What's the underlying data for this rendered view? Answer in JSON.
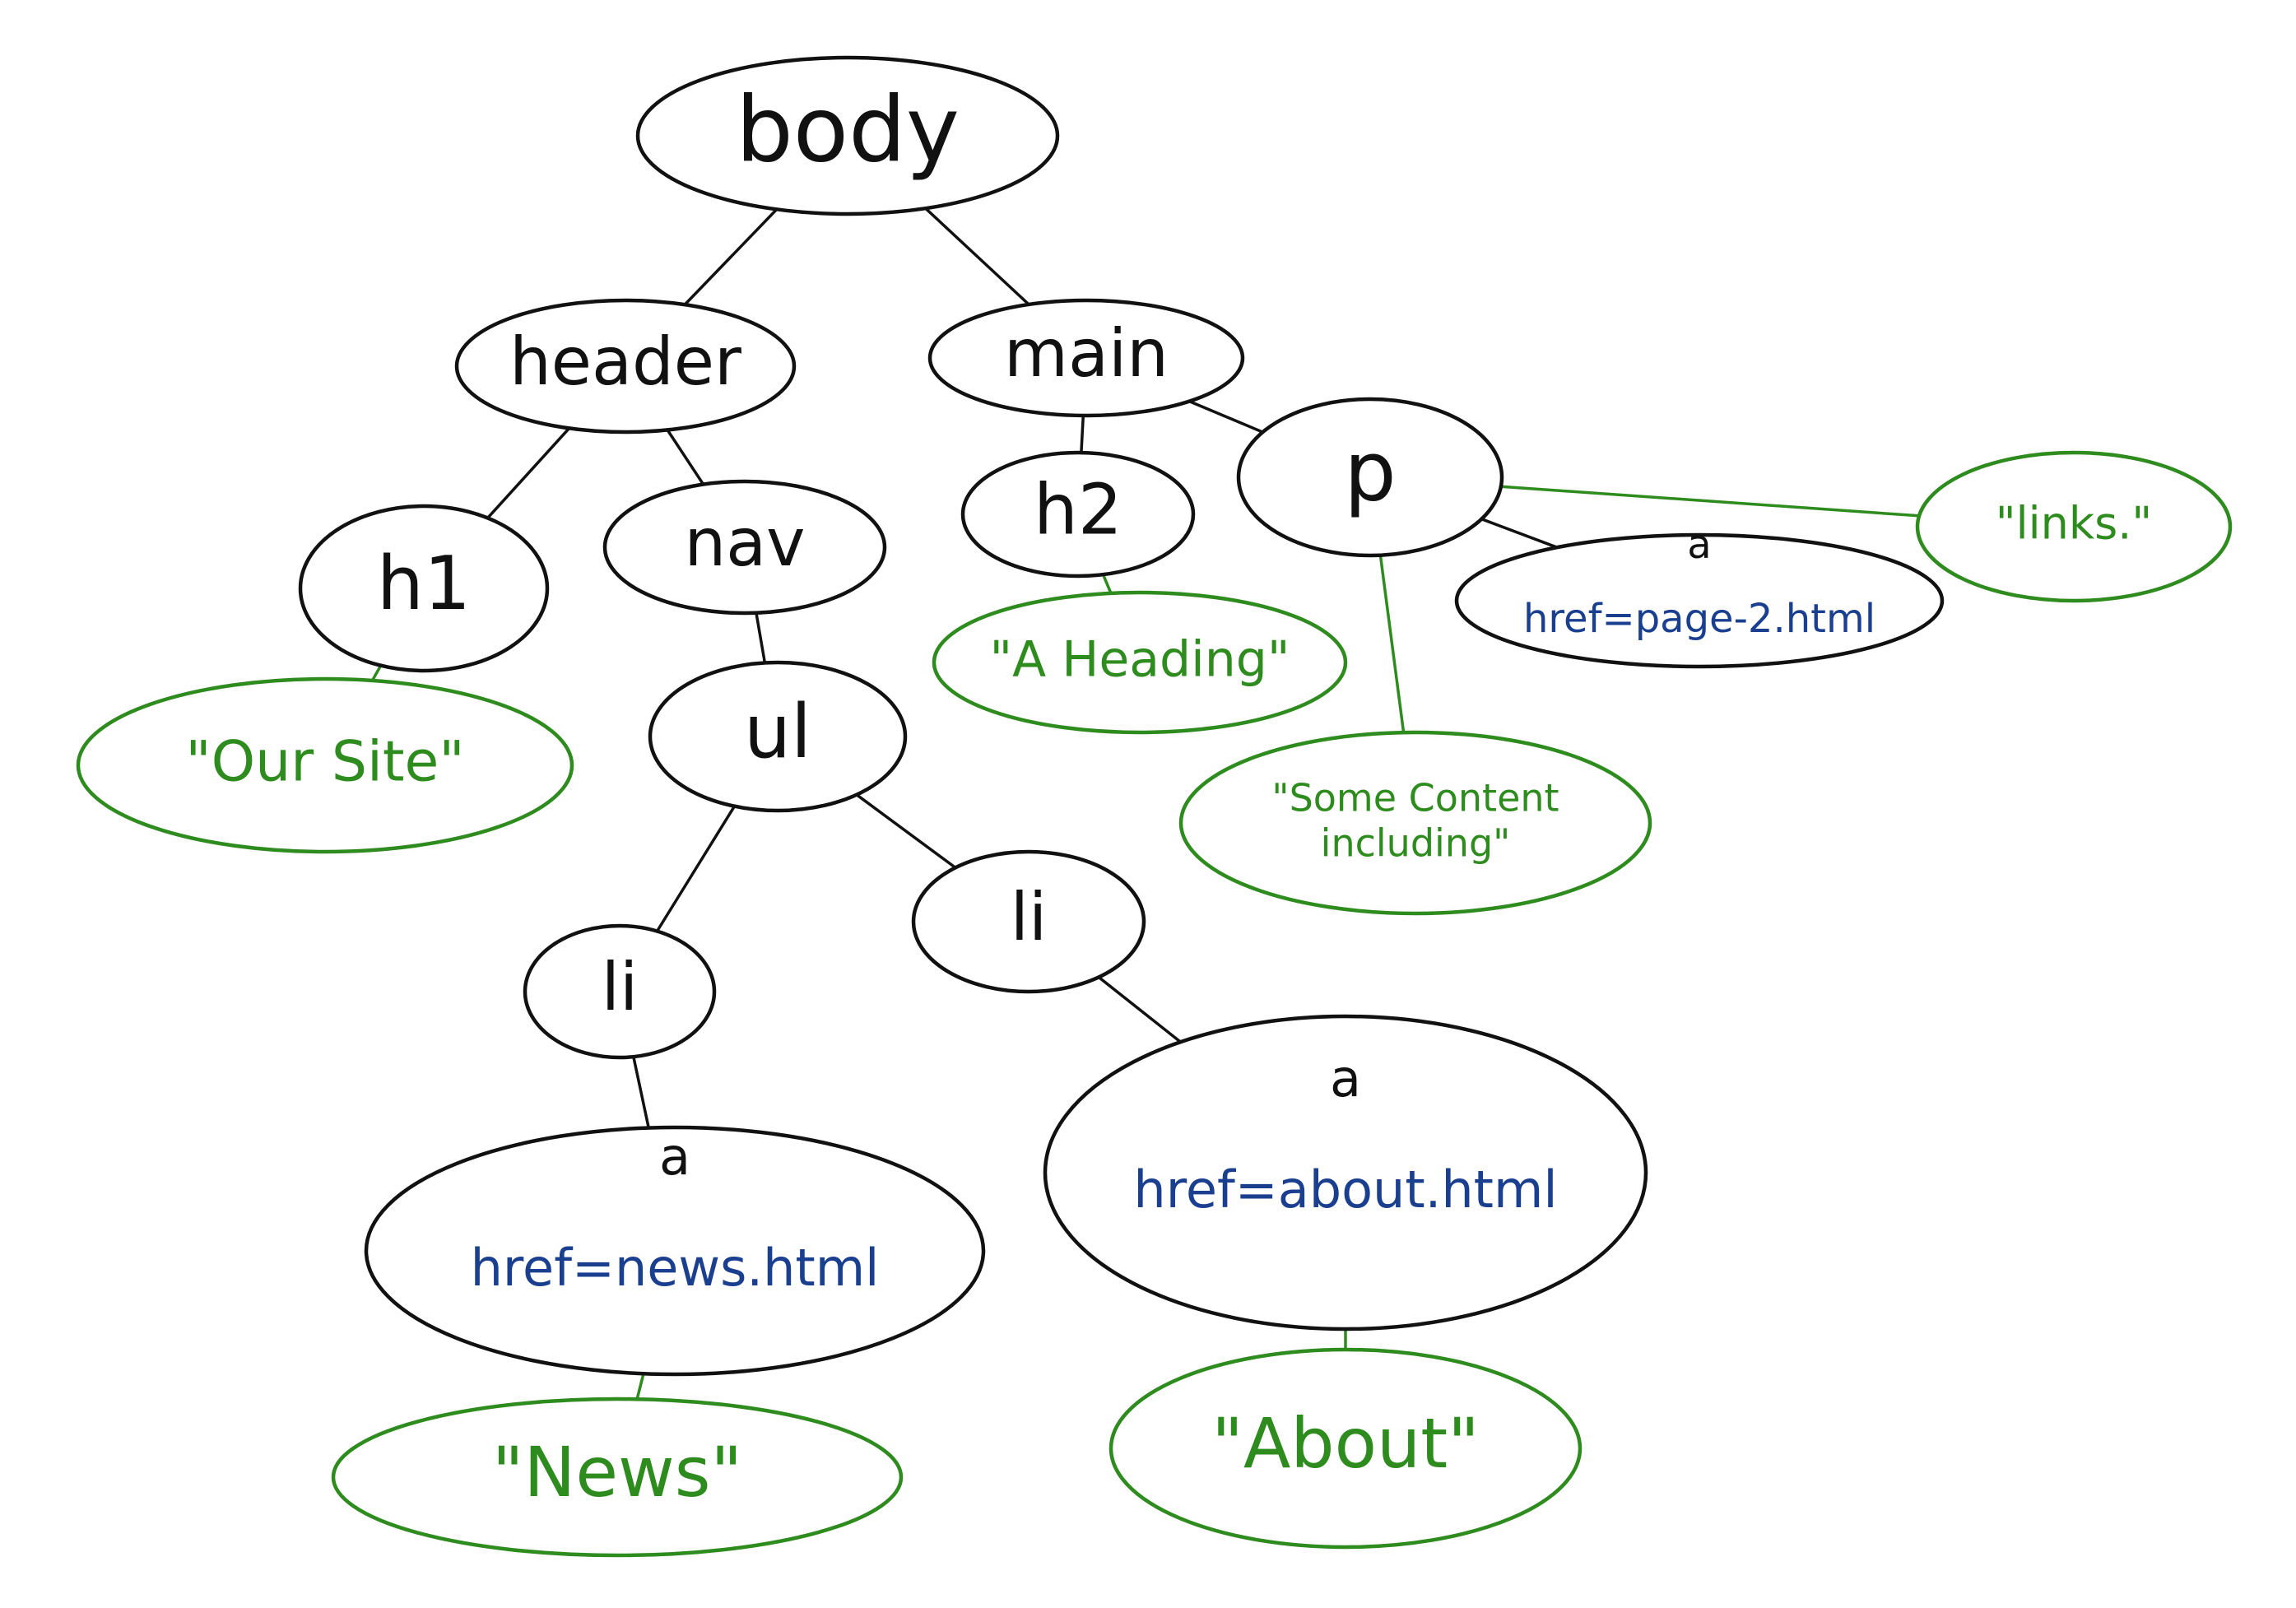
{
  "colors": {
    "element": "#111111",
    "text_node": "#2e8b1e",
    "attribute": "#1b3f8f",
    "background": "#ffffff"
  },
  "nodes": [
    {
      "id": "body",
      "kind": "element",
      "label": "body"
    },
    {
      "id": "header",
      "kind": "element",
      "label": "header"
    },
    {
      "id": "main",
      "kind": "element",
      "label": "main"
    },
    {
      "id": "h1",
      "kind": "element",
      "label": "h1"
    },
    {
      "id": "nav",
      "kind": "element",
      "label": "nav"
    },
    {
      "id": "h2",
      "kind": "element",
      "label": "h2"
    },
    {
      "id": "p",
      "kind": "element",
      "label": "p"
    },
    {
      "id": "ul",
      "kind": "element",
      "label": "ul"
    },
    {
      "id": "li1",
      "kind": "element",
      "label": "li"
    },
    {
      "id": "li2",
      "kind": "element",
      "label": "li"
    },
    {
      "id": "a_news",
      "kind": "link",
      "tag": "a",
      "label": "href=news.html"
    },
    {
      "id": "a_about",
      "kind": "link",
      "tag": "a",
      "label": "href=about.html"
    },
    {
      "id": "a_page2",
      "kind": "link",
      "tag": "a",
      "label": "href=page-2.html"
    },
    {
      "id": "t_oursite",
      "kind": "text",
      "label": "\"Our Site\""
    },
    {
      "id": "t_heading",
      "kind": "text",
      "label": "\"A Heading\""
    },
    {
      "id": "t_content",
      "kind": "text",
      "label": "\"Some Content including\""
    },
    {
      "id": "t_links",
      "kind": "text",
      "label": "\"links.\""
    },
    {
      "id": "t_news",
      "kind": "text",
      "label": "\"News\""
    },
    {
      "id": "t_about",
      "kind": "text",
      "label": "\"About\""
    }
  ],
  "edges": [
    {
      "from": "body",
      "to": "header"
    },
    {
      "from": "body",
      "to": "main"
    },
    {
      "from": "header",
      "to": "h1"
    },
    {
      "from": "header",
      "to": "nav"
    },
    {
      "from": "main",
      "to": "h2"
    },
    {
      "from": "main",
      "to": "p"
    },
    {
      "from": "h1",
      "to": "t_oursite"
    },
    {
      "from": "nav",
      "to": "ul"
    },
    {
      "from": "ul",
      "to": "li1"
    },
    {
      "from": "ul",
      "to": "li2"
    },
    {
      "from": "li1",
      "to": "a_news"
    },
    {
      "from": "li2",
      "to": "a_about"
    },
    {
      "from": "h2",
      "to": "t_heading"
    },
    {
      "from": "p",
      "to": "t_content"
    },
    {
      "from": "p",
      "to": "a_page2"
    },
    {
      "from": "p",
      "to": "t_links"
    },
    {
      "from": "a_news",
      "to": "t_news"
    },
    {
      "from": "a_about",
      "to": "t_about"
    }
  ]
}
